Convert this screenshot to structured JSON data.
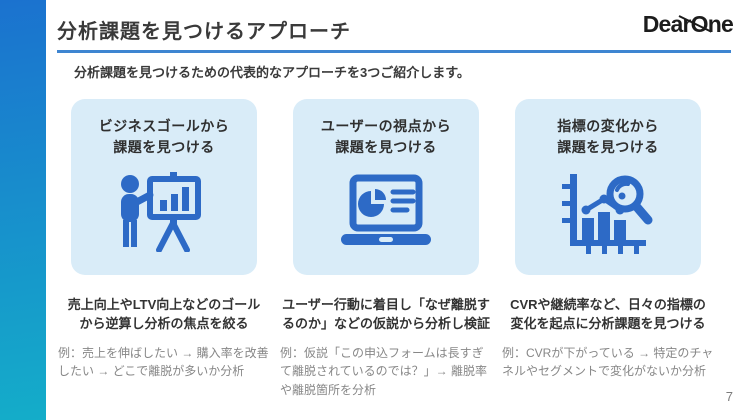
{
  "page": {
    "title": "分析課題を見つけるアプローチ",
    "subtitle": "分析課題を見つけるための代表的なアプローチを3つご紹介します。",
    "logo_text": "DearOne",
    "page_number": "7"
  },
  "colors": {
    "accent": "#3e85d1",
    "bar_top": "#1b72cf",
    "bar_bottom": "#14adc9",
    "card_bg": "#d9ecf8",
    "icon_blue": "#2d6ac6",
    "text_dark": "#3a3a3a",
    "text_gray": "#878787",
    "logo_black": "#1c1c1c"
  },
  "columns": [
    {
      "icon": "presentation-icon",
      "card_title_line1": "ビジネスゴールから",
      "card_title_line2": "課題を見つける",
      "headline_line1": "売上向上やLTV向上などのゴール",
      "headline_line2": "から逆算し分析の焦点を絞る",
      "example": "例：売上を伸ばしたい → 購入率を改善したい → どこで離脱が多いか分析"
    },
    {
      "icon": "laptop-analytics-icon",
      "card_title_line1": "ユーザーの視点から",
      "card_title_line2": "課題を見つける",
      "headline_line1": "ユーザー行動に着目し「なぜ離脱す",
      "headline_line2": "るのか」などの仮説から分析し検証",
      "example": "例：仮説「この申込フォームは長すぎて離脱されているのでは？」→ 離脱率や離脱箇所を分析"
    },
    {
      "icon": "chart-magnifier-icon",
      "card_title_line1": "指標の変化から",
      "card_title_line2": "課題を見つける",
      "headline_line1": "CVRや継続率など、日々の指標の",
      "headline_line2": "変化を起点に分析課題を見つける",
      "example": "例：CVRが下がっている → 特定のチャネルやセグメントで変化がないか分析"
    }
  ]
}
